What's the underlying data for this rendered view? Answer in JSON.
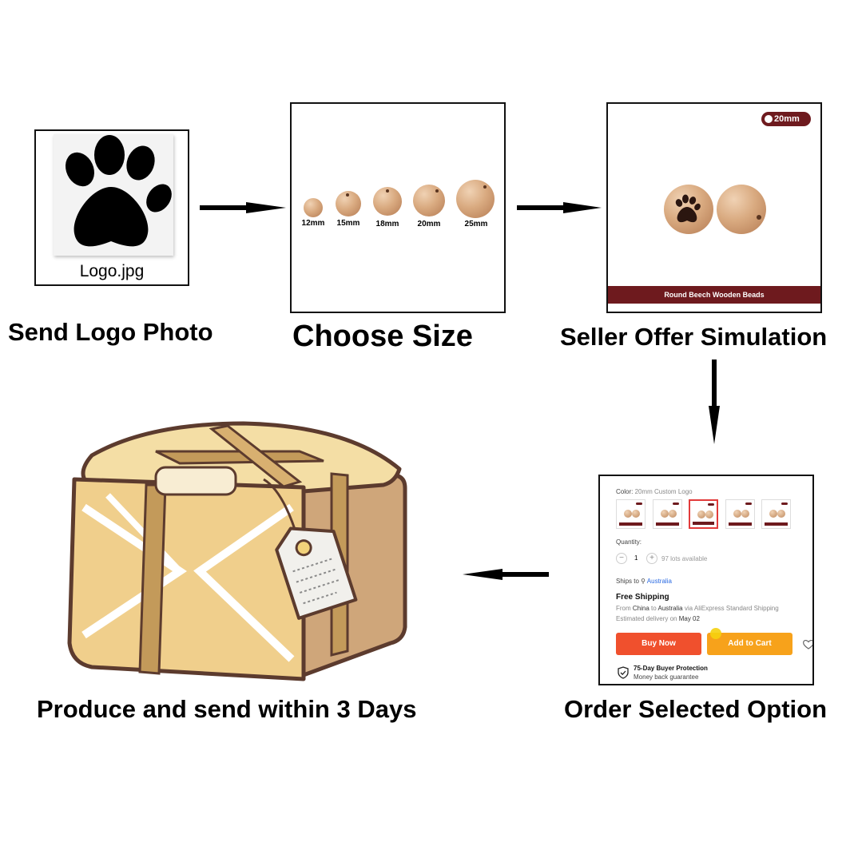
{
  "steps": {
    "send_logo": {
      "title": "Send Logo Photo",
      "file_name": "Logo.jpg"
    },
    "choose_size": {
      "title": "Choose Size",
      "sizes": [
        "12mm",
        "15mm",
        "18mm",
        "20mm",
        "25mm"
      ]
    },
    "seller_offer": {
      "title": "Seller Offer Simulation",
      "size_pill": "20mm",
      "product_name": "Round Beech Wooden Beads"
    },
    "order": {
      "title": "Order Selected Option",
      "color_label": "Color:",
      "color_value": "20mm Custom Logo",
      "quantity_label": "Quantity:",
      "quantity_value": "1",
      "minus": "−",
      "plus": "+",
      "availability": "97 lots available",
      "ships_to_label": "Ships to",
      "ships_to_value": "Australia",
      "shipping_title": "Free Shipping",
      "shipping_from_1": "From",
      "shipping_origin": "China",
      "shipping_from_2": "to",
      "shipping_dest": "Australia",
      "shipping_via": "via AliExpress Standard Shipping",
      "delivery_label": "Estimated delivery on",
      "delivery_date": "May 02",
      "buy_now": "Buy Now",
      "add_to_cart": "Add to Cart",
      "protection_title": "75-Day Buyer Protection",
      "protection_sub": "Money back guarantee"
    },
    "produce": {
      "title": "Produce and send within 3 Days"
    }
  },
  "colors": {
    "brand_maroon": "#6e1a1e",
    "buy_now": "#f0502d",
    "add_to_cart": "#f7a21b",
    "box_tan": "#d9b079"
  },
  "icons": [
    "paw-icon",
    "arrow-right-icon",
    "arrow-down-icon",
    "arrow-left-icon",
    "location-pin-icon",
    "heart-icon",
    "shield-check-icon",
    "package-icon"
  ]
}
